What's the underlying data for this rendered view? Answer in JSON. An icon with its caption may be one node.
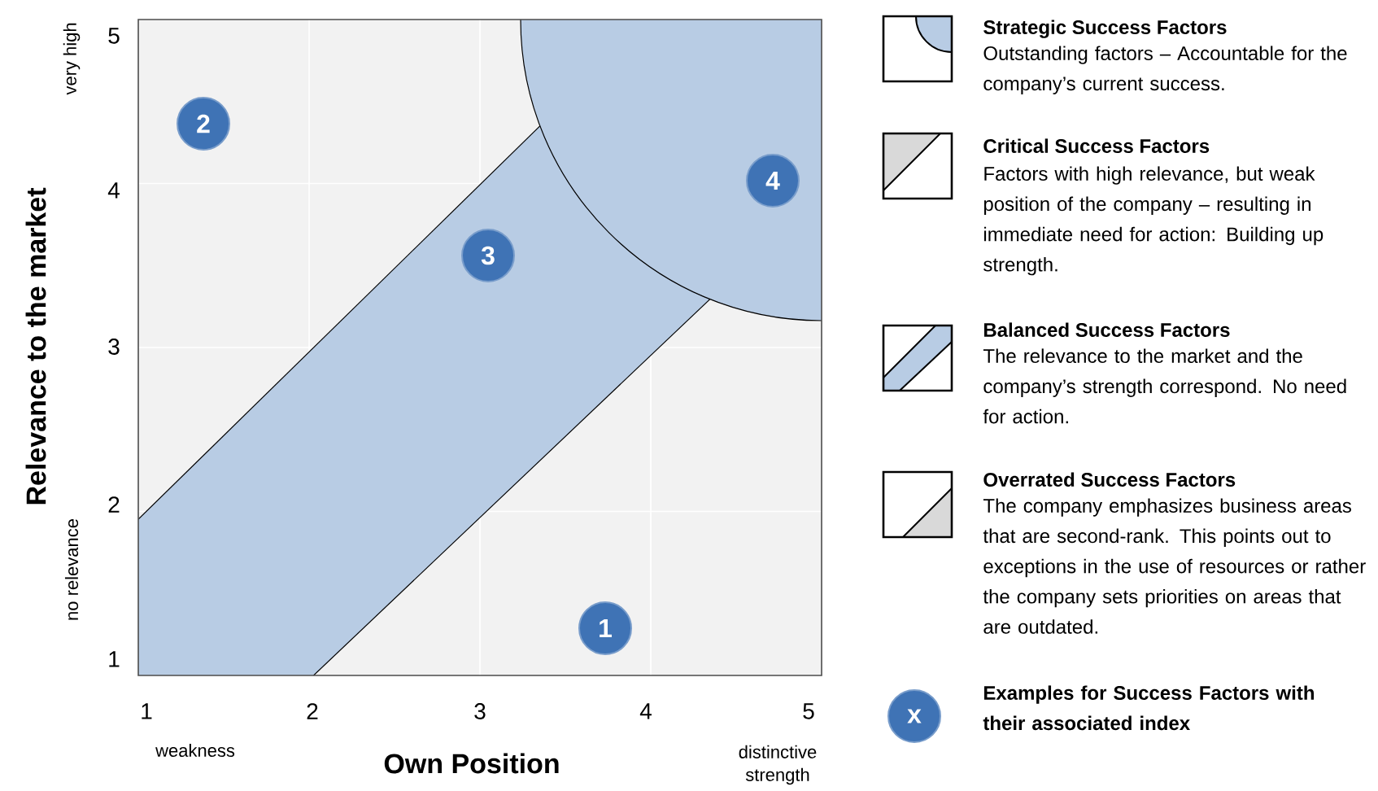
{
  "diagram": {
    "nodes": [
      {
        "text": [
          "2"
        ]
      },
      {
        "text": [
          "4"
        ]
      },
      {
        "text": [
          "3"
        ]
      },
      {
        "text": [
          "1"
        ]
      },
      {
        "text": [
          "x"
        ]
      }
    ],
    "labels": [
      "5",
      "4",
      "3",
      "2",
      "1",
      "very high",
      "no relevance",
      "Relevance to the market",
      "1",
      "2",
      "3",
      "4",
      "5",
      "weakness",
      "Own Position",
      "distinctive strength",
      "Outstanding factors – Accountable for the company’s current success.",
      "Factors with high relevance, but weak position of the company – resulting in immediate need for action: Building up strength.",
      "The relevance to the market and the company’s strength correspond. No need for action.",
      "The company emphasizes business areas that are second-rank. This points out to exceptions in the use of resources or rather the company sets priorities on areas that are outdated."
    ],
    "legend": [
      {
        "text": "Strategic Success Factors"
      },
      {
        "text": "Critical Success Factors"
      },
      {
        "text": "Balanced Success Factors"
      },
      {
        "text": "Overrated Success Factors"
      },
      {
        "text": "Examples for Success Factors with their associated index"
      }
    ]
  }
}
